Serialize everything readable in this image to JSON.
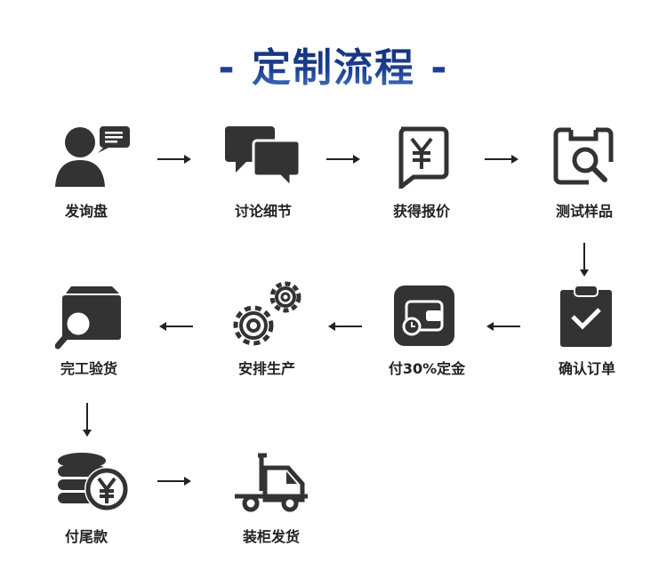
{
  "title": "- 定制流程 -",
  "icon_color": "#333333",
  "steps": [
    {
      "label": "发询盘",
      "icon": "inquiry-person-icon"
    },
    {
      "label": "讨论细节",
      "icon": "chat-bubbles-icon"
    },
    {
      "label": "获得报价",
      "icon": "yuan-quote-icon"
    },
    {
      "label": "测试样品",
      "icon": "sample-search-icon"
    },
    {
      "label": "确认订单",
      "icon": "clipboard-check-icon"
    },
    {
      "label": "付30%定金",
      "icon": "wallet-clock-icon"
    },
    {
      "label": "安排生产",
      "icon": "gears-icon"
    },
    {
      "label": "完工验货",
      "icon": "box-inspect-icon"
    },
    {
      "label": "付尾款",
      "icon": "coins-yuan-icon"
    },
    {
      "label": "装柜发货",
      "icon": "truck-icon"
    }
  ]
}
